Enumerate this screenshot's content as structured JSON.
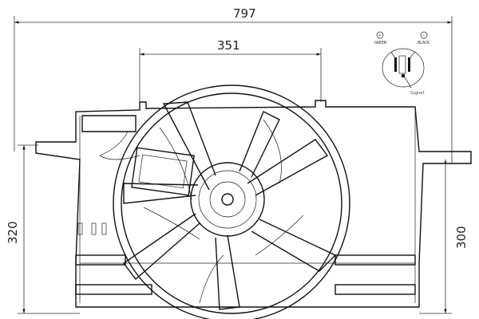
{
  "dimensions": {
    "overall_width": "797",
    "mount_spacing": "351",
    "left_height": "320",
    "right_height": "300"
  },
  "connector_diagram": {
    "positive_label": "GREEN",
    "negative_label": "BLACK",
    "signal_label": "Signal",
    "positive_symbol": "+",
    "negative_symbol": "−"
  }
}
